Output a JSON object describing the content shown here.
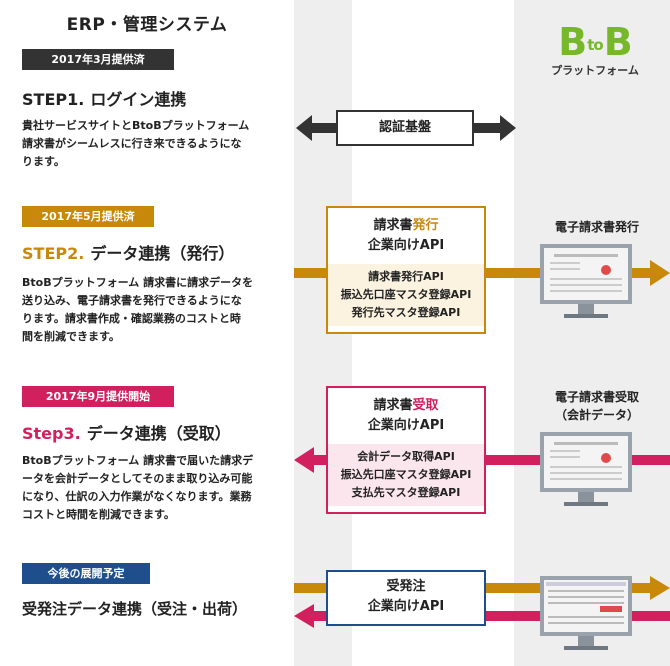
{
  "header": {
    "title": "ERP・管理システム"
  },
  "logo": {
    "text_b1": "B",
    "text_to": "to",
    "text_b2": "B",
    "subtitle": "プラットフォーム"
  },
  "colors": {
    "orange": "#c8880a",
    "pink": "#d2205e",
    "blue": "#1f4e8c",
    "dark": "#333333",
    "green": "#76b82a"
  },
  "steps": [
    {
      "badge": "2017年3月提供済",
      "num": "STEP1.",
      "title": "ログイン連携",
      "desc": [
        "貴社サービスサイトとBtoBプラットフォーム",
        "請求書がシームレスに行き来できるようにな",
        "ります。"
      ],
      "box": {
        "label": "認証基盤"
      }
    },
    {
      "badge": "2017年5月提供済",
      "num": "STEP2.",
      "title": "データ連携（発行）",
      "desc": [
        "BtoBプラットフォーム 請求書に請求データを",
        "送り込み、電子請求書を発行できるようにな",
        "ります。請求書作成・確認業務のコストと時",
        "間を削減できます。"
      ],
      "box": {
        "head_a": "請求書",
        "head_b": "発行",
        "head2": "企業向けAPI",
        "items": [
          "請求書発行API",
          "振込先口座マスタ登録API",
          "発行先マスタ登録API"
        ]
      },
      "right_label": [
        "電子請求書発行"
      ]
    },
    {
      "badge": "2017年9月提供開始",
      "num": "Step3.",
      "title": "データ連携（受取）",
      "desc": [
        "BtoBプラットフォーム 請求書で届いた請求デ",
        "ータを会計データとしてそのまま取り込み可能",
        "になり、仕訳の入力作業がなくなります。業務",
        "コストと時間を削減できます。"
      ],
      "box": {
        "head_a": "請求書",
        "head_b": "受取",
        "head2": "企業向けAPI",
        "items": [
          "会計データ取得API",
          "振込先口座マスタ登録API",
          "支払先マスタ登録API"
        ]
      },
      "right_label": [
        "電子請求書受取",
        "（会計データ）"
      ]
    },
    {
      "badge": "今後の展開予定",
      "title": "受発注データ連携（受注・出荷）",
      "box": {
        "head": "受発注",
        "head2": "企業向けAPI"
      }
    }
  ]
}
